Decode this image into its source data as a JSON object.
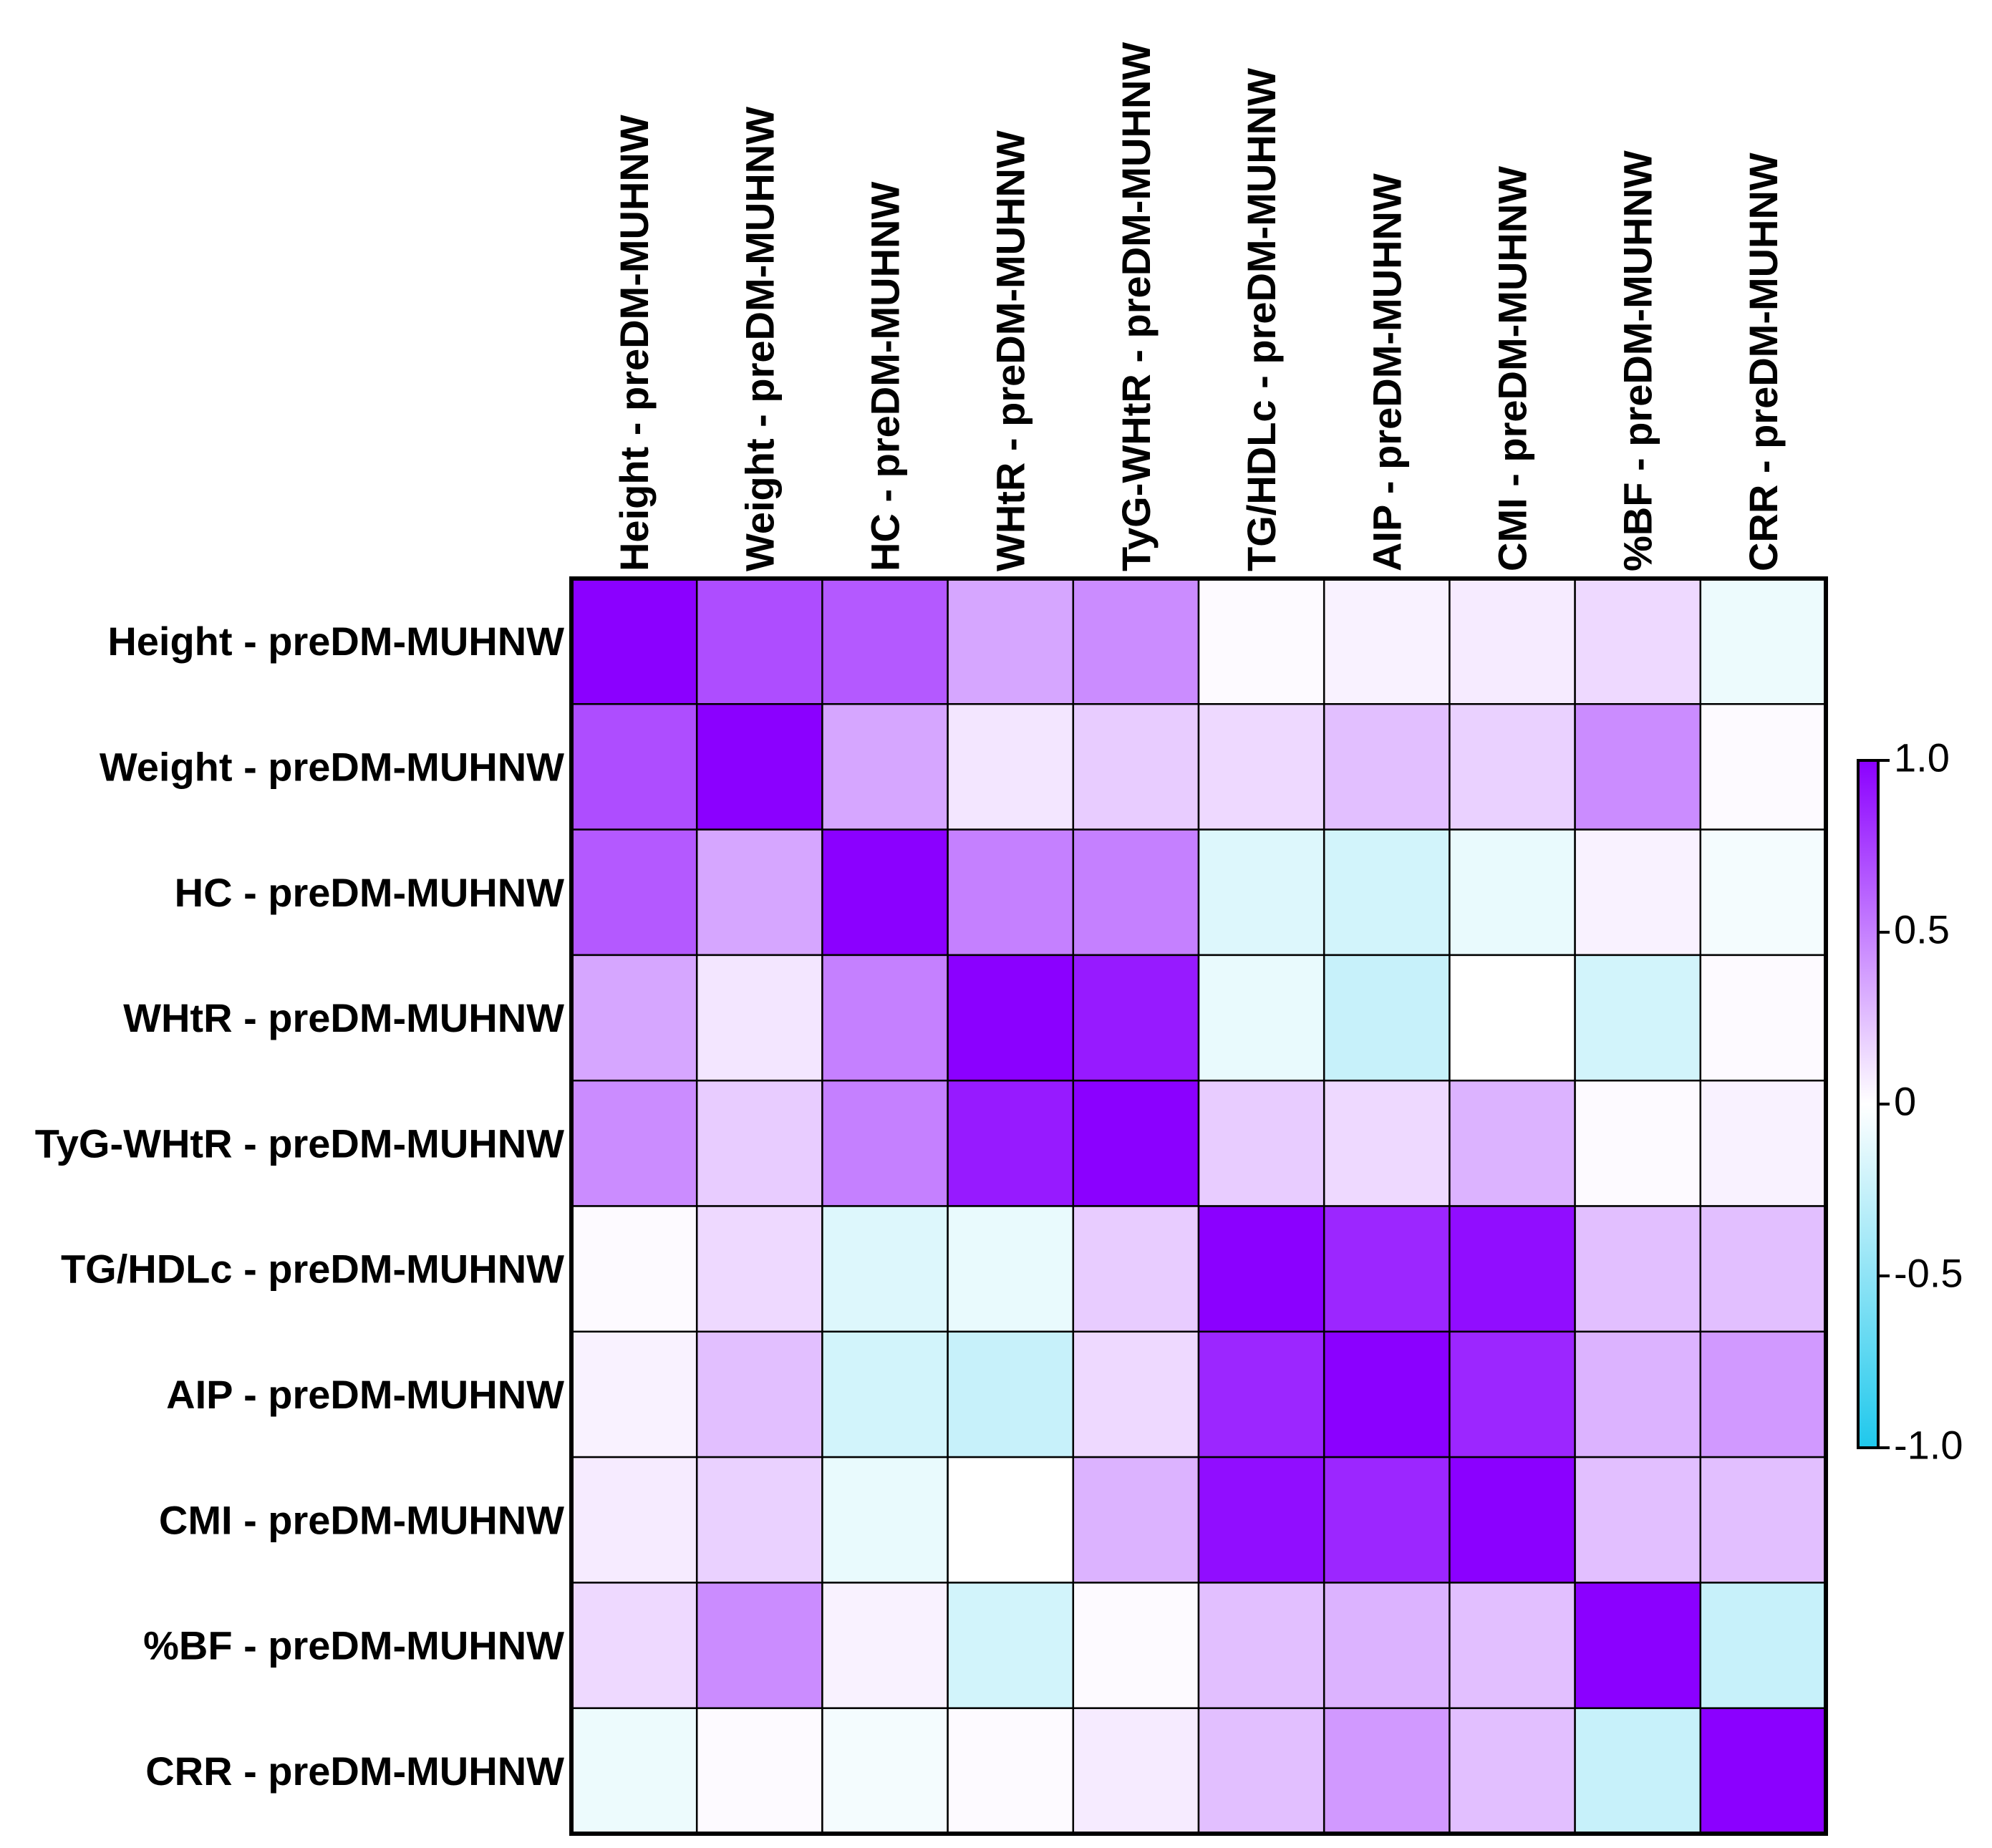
{
  "chart_data": {
    "type": "heatmap",
    "title": "",
    "rows": [
      "Height - preDM-MUHNW",
      "Weight - preDM-MUHNW",
      "HC - preDM-MUHNW",
      "WHtR - preDM-MUHNW",
      "TyG-WHtR - preDM-MUHNW",
      "TG/HDLc - preDM-MUHNW",
      "AIP - preDM-MUHNW",
      "CMI - preDM-MUHNW",
      "%BF - preDM-MUHNW",
      "CRR - preDM-MUHNW"
    ],
    "columns": [
      "Height - preDM-MUHNW",
      "Weight - preDM-MUHNW",
      "HC - preDM-MUHNW",
      "WHtR - preDM-MUHNW",
      "TyG-WHtR - preDM-MUHNW",
      "TG/HDLc - preDM-MUHNW",
      "AIP - preDM-MUHNW",
      "CMI - preDM-MUHNW",
      "%BF - preDM-MUHNW",
      "CRR - preDM-MUHNW"
    ],
    "values": [
      [
        1.0,
        0.7,
        0.65,
        0.35,
        0.45,
        0.02,
        0.05,
        0.08,
        0.15,
        -0.08
      ],
      [
        0.7,
        1.0,
        0.35,
        0.1,
        0.2,
        0.15,
        0.25,
        0.18,
        0.45,
        0.02
      ],
      [
        0.65,
        0.35,
        1.0,
        0.5,
        0.5,
        -0.15,
        -0.2,
        -0.1,
        0.05,
        -0.05
      ],
      [
        0.35,
        0.1,
        0.5,
        1.0,
        0.9,
        -0.1,
        -0.25,
        0.0,
        -0.2,
        0.02
      ],
      [
        0.45,
        0.2,
        0.5,
        0.9,
        1.0,
        0.2,
        0.15,
        0.3,
        0.02,
        0.05
      ],
      [
        0.02,
        0.15,
        -0.15,
        -0.1,
        0.2,
        1.0,
        0.85,
        0.95,
        0.25,
        0.25
      ],
      [
        0.05,
        0.25,
        -0.2,
        -0.25,
        0.15,
        0.85,
        1.0,
        0.85,
        0.3,
        0.4
      ],
      [
        0.08,
        0.18,
        -0.1,
        0.0,
        0.3,
        0.95,
        0.85,
        1.0,
        0.25,
        0.25
      ],
      [
        0.15,
        0.45,
        0.05,
        -0.2,
        0.02,
        0.25,
        0.3,
        0.25,
        1.0,
        -0.25
      ],
      [
        -0.08,
        0.02,
        -0.05,
        0.02,
        0.08,
        0.25,
        0.4,
        0.25,
        -0.25,
        1.0
      ]
    ],
    "colorbar": {
      "range": [
        -1.0,
        1.0
      ],
      "ticks": [
        "1.0",
        "0.5",
        "0",
        "-0.5",
        "-1.0"
      ],
      "tick_values": [
        1.0,
        0.5,
        0,
        -0.5,
        -1.0
      ],
      "colors": {
        "negative": "#1fc8ec",
        "zero": "#ffffff",
        "positive": "#8b00ff"
      }
    },
    "legend_position": "right"
  }
}
